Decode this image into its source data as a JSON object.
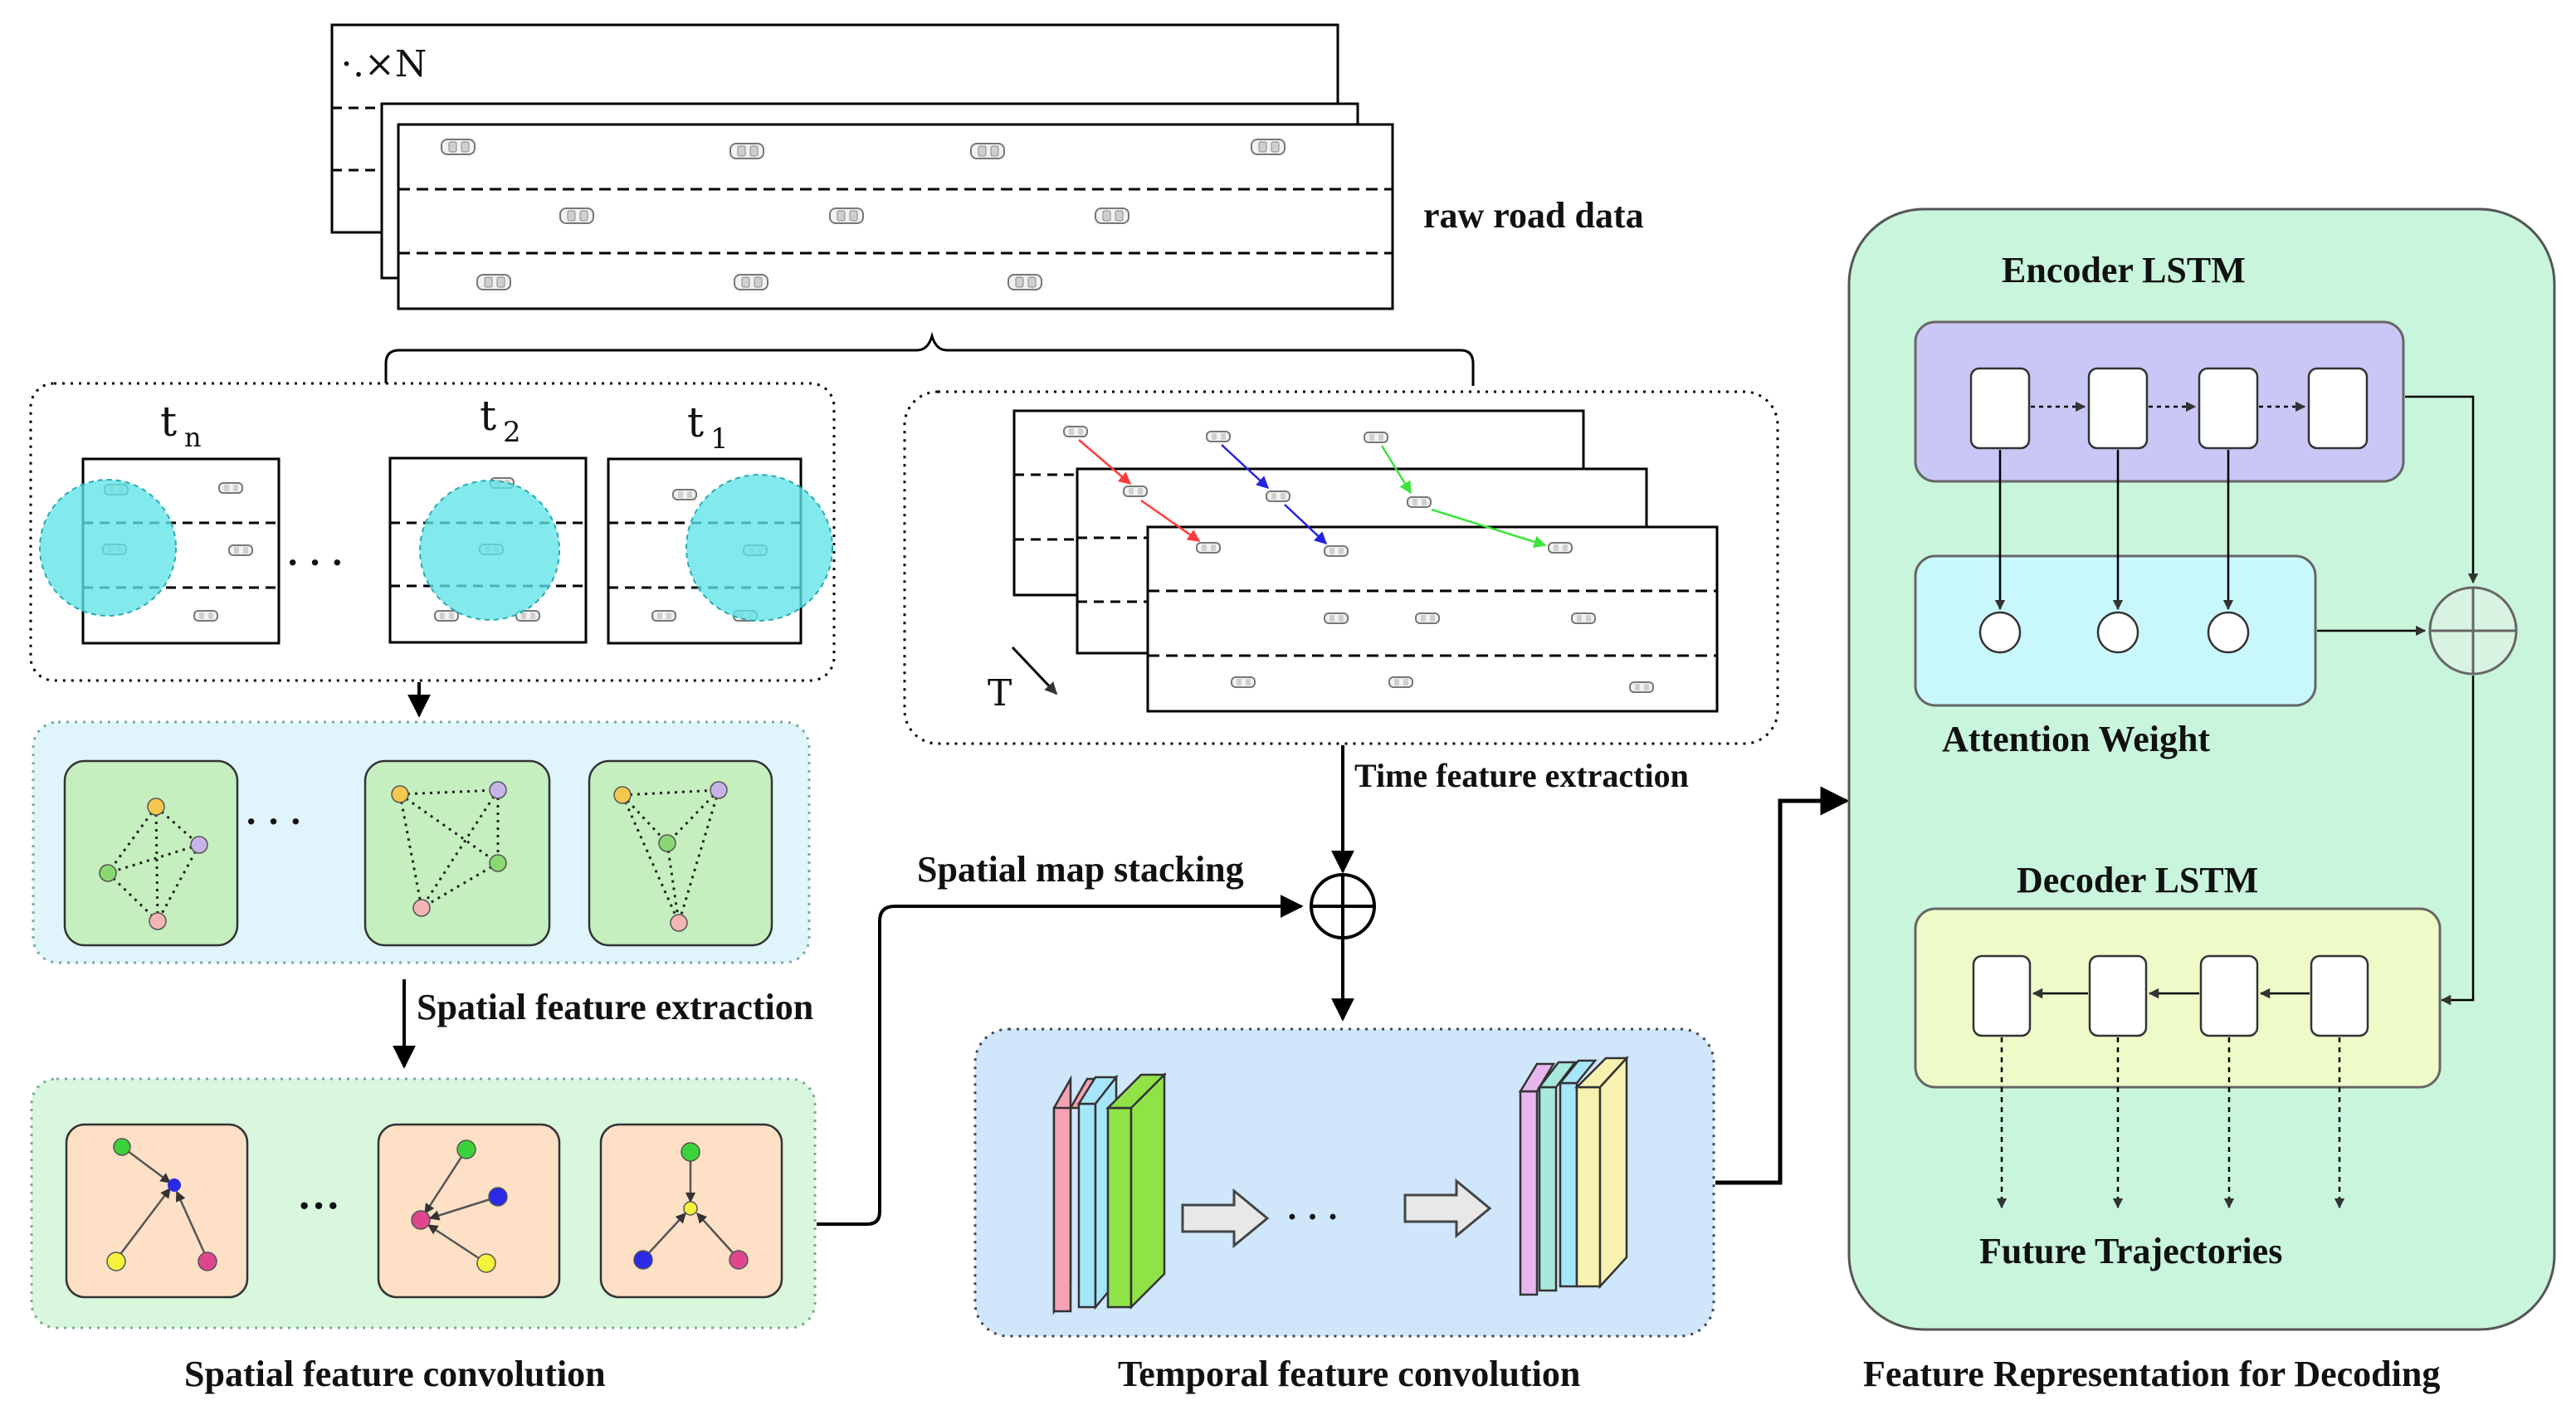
{
  "labels": {
    "raw_road_data": "raw road data",
    "stack_count": "⋅.×N",
    "t_n": "t",
    "t_n_sub": "n",
    "t_2": "t",
    "t_2_sub": "2",
    "t_1": "t",
    "t_1_sub": "1",
    "ellipsis": "· · ·",
    "time_axis": "T",
    "time_feature_extraction": "Time feature extraction",
    "spatial_map_stacking": "Spatial map stacking",
    "spatial_feature_extraction": "Spatial feature extraction",
    "spatial_feature_convolution": "Spatial feature convolution",
    "temporal_feature_convolution": "Temporal feature convolution",
    "encoder_lstm": "Encoder LSTM",
    "attention_weight": "Attention Weight",
    "decoder_lstm": "Decoder LSTM",
    "future_trajectories": "Future Trajectories",
    "feature_representation": "Feature Representation for Decoding",
    "conv_ellipsis": "· · ·",
    "graph_ellipsis": "· · ·",
    "cnn_ellipsis": "···"
  },
  "colors": {
    "neighborhood": "#5fe3e8",
    "spatial_panel": "#dff4fb",
    "graph_tile": "#c6efbf",
    "conv_panel": "#d8f7dd",
    "conv_tile": "#fde0c6",
    "temporal_panel": "#cfe6fb",
    "decoding_panel": "#c9f5dc",
    "encoder_panel": "#c9c7f6",
    "attention_panel": "#c9f8fc",
    "decoder_panel": "#eefbc9",
    "node_orange": "#f6c84d",
    "node_purple": "#c7b3ea",
    "node_green": "#8ad872",
    "node_pink": "#f4b5b5",
    "node_blue": "#2a2ae6",
    "node_yellow": "#f5f23a",
    "node_magenta": "#e0468e",
    "node_bright_green": "#3bd23b",
    "traj_red": "#ff3b3b",
    "traj_blue": "#2424e0",
    "traj_green": "#3de33d",
    "layer_pink": "#f4a2b4",
    "layer_lightblue": "#a6e6fb",
    "layer_green": "#8fe346",
    "layer_violet": "#e6b7ee",
    "layer_teal": "#a7e9dc",
    "layer_yellow": "#f8f2b0"
  }
}
